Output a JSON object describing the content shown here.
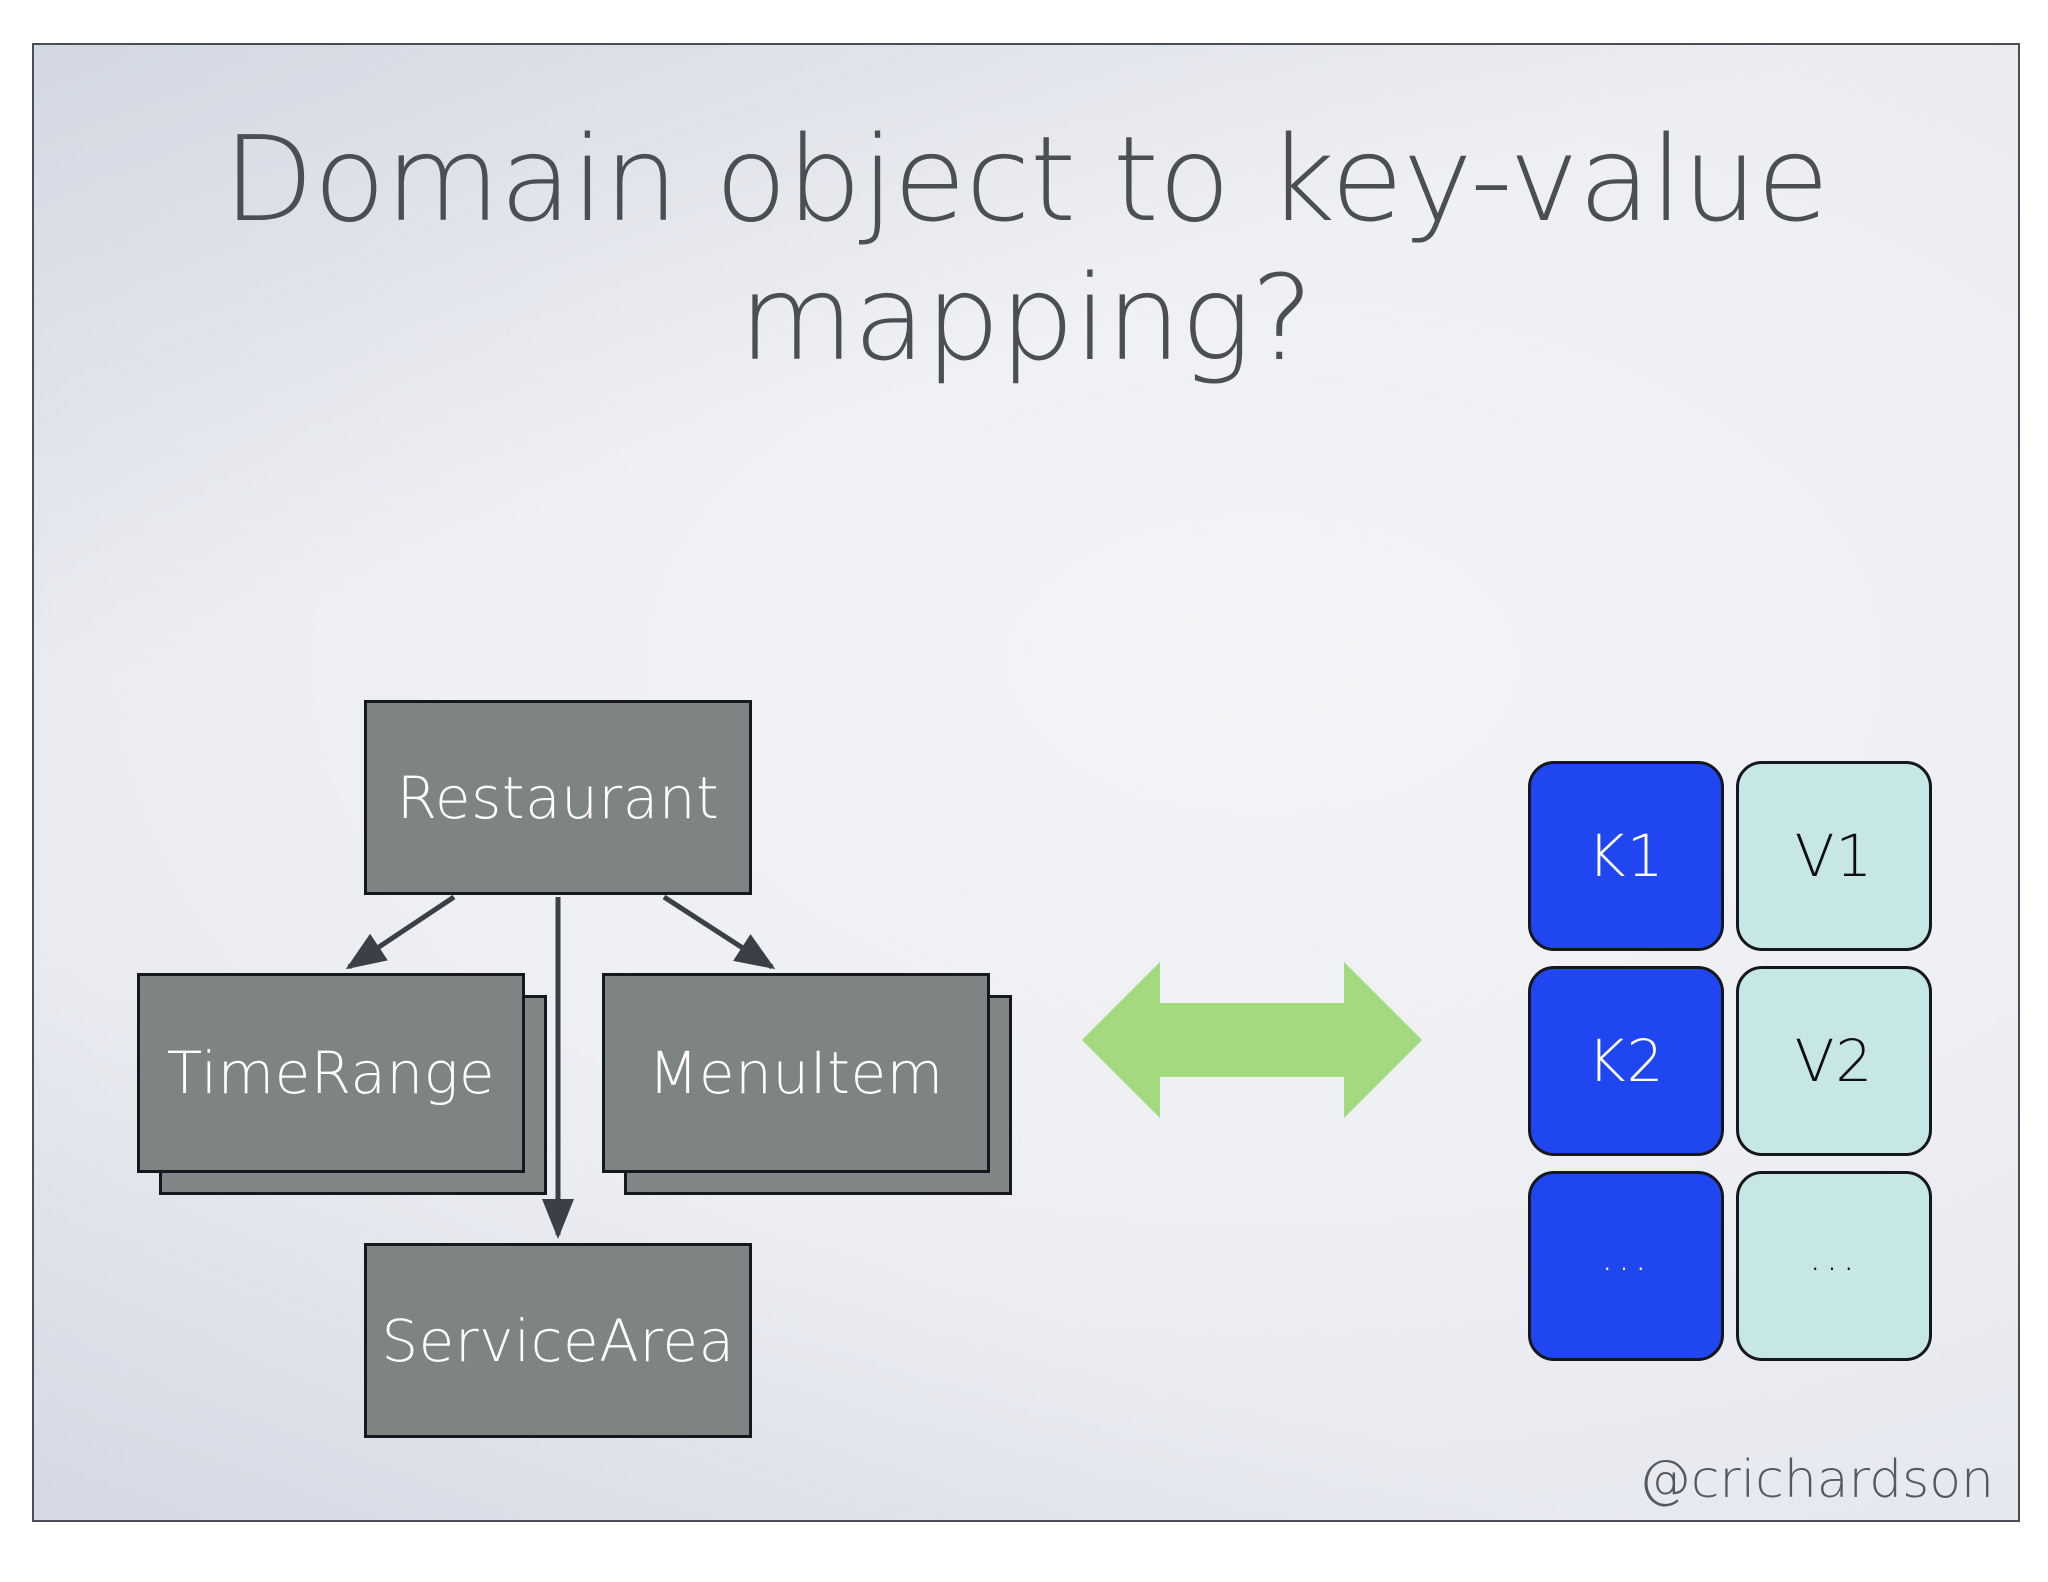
{
  "slide": {
    "title": "Domain object to key-value\nmapping?",
    "handle": "@crichardson",
    "background_top_color": "#f3f4f7",
    "background_bottom_color": "#dbdfe8",
    "border_color": "#4a4f55"
  },
  "diagram": {
    "box_fill_color": "#7e8383",
    "box_border_color": "#15191d",
    "box_text_color": "#ffffff",
    "boxes": [
      {
        "id": "restaurant",
        "label": "Restaurant",
        "stacked": false
      },
      {
        "id": "timerange",
        "label": "TimeRange",
        "stacked": true
      },
      {
        "id": "menuitem",
        "label": "MenuItem",
        "stacked": true
      },
      {
        "id": "servicearea",
        "label": "ServiceArea",
        "stacked": false
      }
    ],
    "edges": [
      {
        "from": "restaurant",
        "to": "timerange"
      },
      {
        "from": "restaurant",
        "to": "servicearea"
      },
      {
        "from": "restaurant",
        "to": "menuitem"
      }
    ]
  },
  "exchange": {
    "icon": "double-headed-arrow",
    "color": "#a3da7e",
    "direction": "bidirectional"
  },
  "keyvalue": {
    "key_color": "#1f46f0",
    "key_text_color": "#ffffff",
    "value_color": "#c6e7e6",
    "value_text_color": "#0d0f12",
    "rows": [
      {
        "key": "K1",
        "value": "V1"
      },
      {
        "key": "K2",
        "value": "V2"
      },
      {
        "key": "...",
        "value": "..."
      }
    ]
  }
}
